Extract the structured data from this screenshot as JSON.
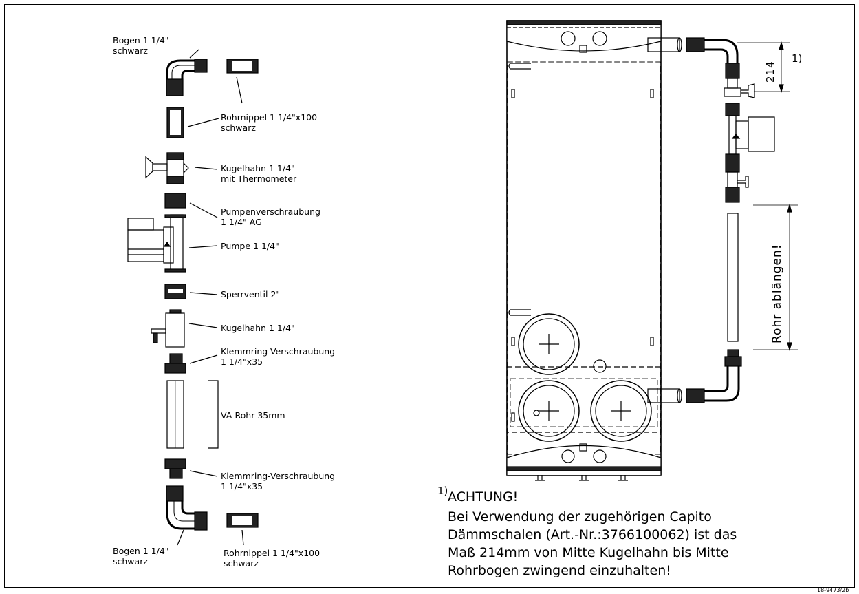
{
  "labels": {
    "bogen_top_1": "Bogen 1 1/4\"",
    "bogen_top_2": "schwarz",
    "nippel_1": "Rohrnippel 1 1/4\"x100",
    "nippel_2": "schwarz",
    "kugel_thermo_1": "Kugelhahn 1 1/4\"",
    "kugel_thermo_2": "mit Thermometer",
    "pumpenv_1": "Pumpenverschraubung",
    "pumpenv_2": "1 1/4\" AG",
    "pumpe": "Pumpe 1 1/4\"",
    "sperrventil": "Sperrventil 2\"",
    "kugelhahn": "Kugelhahn 1 1/4\"",
    "klemm1_1": "Klemmring-Verschraubung",
    "klemm1_2": "1 1/4\"x35",
    "varohr": "VA-Rohr 35mm",
    "klemm2_1": "Klemmring-Verschraubung",
    "klemm2_2": "1 1/4\"x35",
    "bogen_bot_1": "Bogen 1 1/4\"",
    "bogen_bot_2": "schwarz",
    "nippel_bot_1": "Rohrnippel 1 1/4\"x100",
    "nippel_bot_2": "schwarz"
  },
  "right": {
    "dim_value": "214",
    "footnote_mark": "1)",
    "rohr_text": "Rohr ablängen!"
  },
  "note": {
    "mark": "1)",
    "title": "ACHTUNG!",
    "line1": "Bei Verwendung der zugehörigen Capito",
    "line2": "Dämmschalen (Art.-Nr.:3766100062) ist das",
    "line3": "Maß 214mm von Mitte Kugelhahn bis Mitte",
    "line4": "Rohrbogen zwingend einzuhalten!"
  },
  "doc_number": "18-9473/2b"
}
